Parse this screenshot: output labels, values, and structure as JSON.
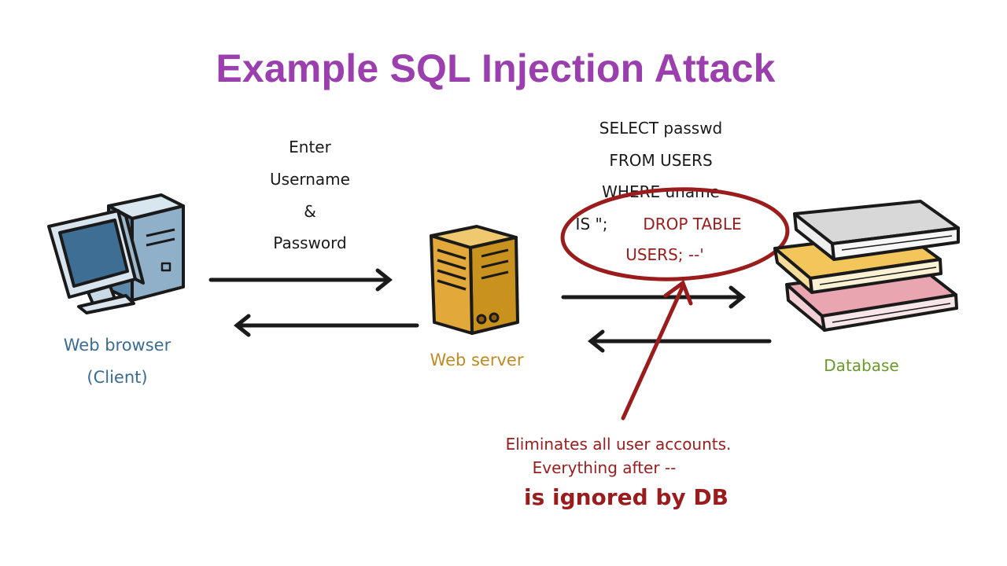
{
  "title": "Example SQL Injection Attack",
  "colors": {
    "title": "#9b3fae",
    "client": "#3b6c92",
    "server": "#c08a20",
    "database": "#6a9a2a",
    "attack": "#9a1c1c",
    "ink": "#1a1a1a"
  },
  "request_label": [
    "Enter",
    "Username",
    "&",
    "Password"
  ],
  "query_lines": [
    "SELECT passwd",
    "FROM USERS",
    "WHERE uname",
    "IS \"; ",
    "DROP TABLE",
    "USERS; --'"
  ],
  "nodes": {
    "client": {
      "label_line1": "Web browser",
      "label_line2": "(Client)",
      "icon": "desktop-computer-icon"
    },
    "server": {
      "label": "Web server",
      "icon": "server-tower-icon"
    },
    "database": {
      "label": "Database",
      "icon": "stacked-books-icon"
    }
  },
  "annotation": {
    "line1": "Eliminates all user accounts.",
    "line2": "Everything after --",
    "line3": "is ignored by DB"
  }
}
